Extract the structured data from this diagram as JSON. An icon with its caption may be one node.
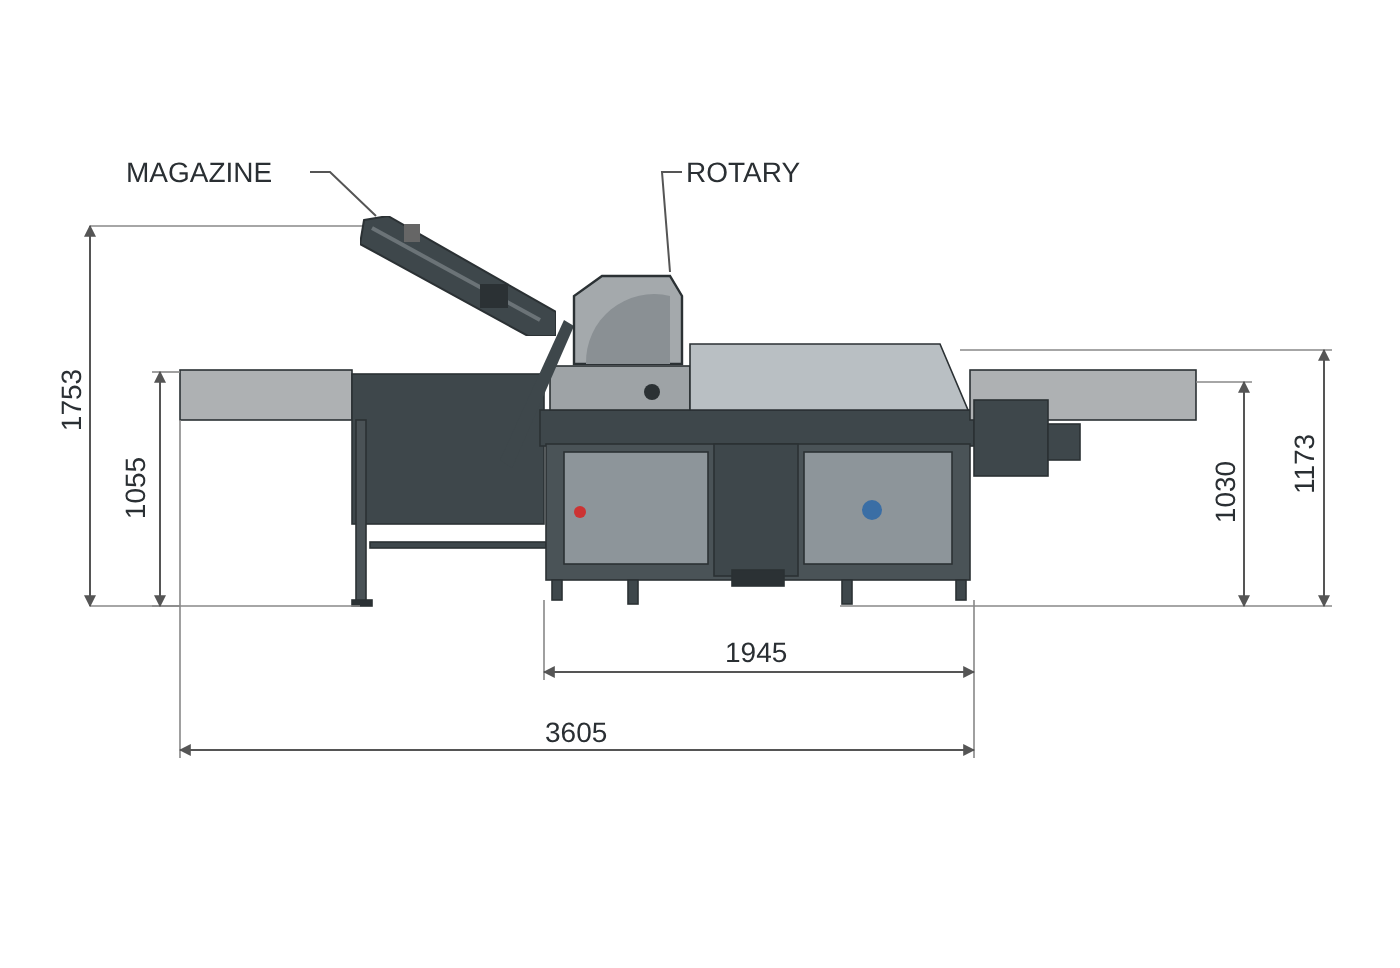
{
  "diagram": {
    "nodes": [
      {
        "text": [
          "MAGAZINE"
        ]
      },
      {
        "text": [
          "ROTARY"
        ]
      },
      {
        "text": [],
        "shape": "picture"
      },
      {
        "text": [],
        "shape": "picture"
      }
    ],
    "edges": [
      {
        "from": 0,
        "to": 2,
        "arrow": "none"
      },
      {
        "from": 1,
        "to": 3,
        "arrow": "none"
      }
    ],
    "labels": [
      "1753",
      "1055",
      "1030",
      "1173",
      "1945",
      "3605"
    ]
  }
}
